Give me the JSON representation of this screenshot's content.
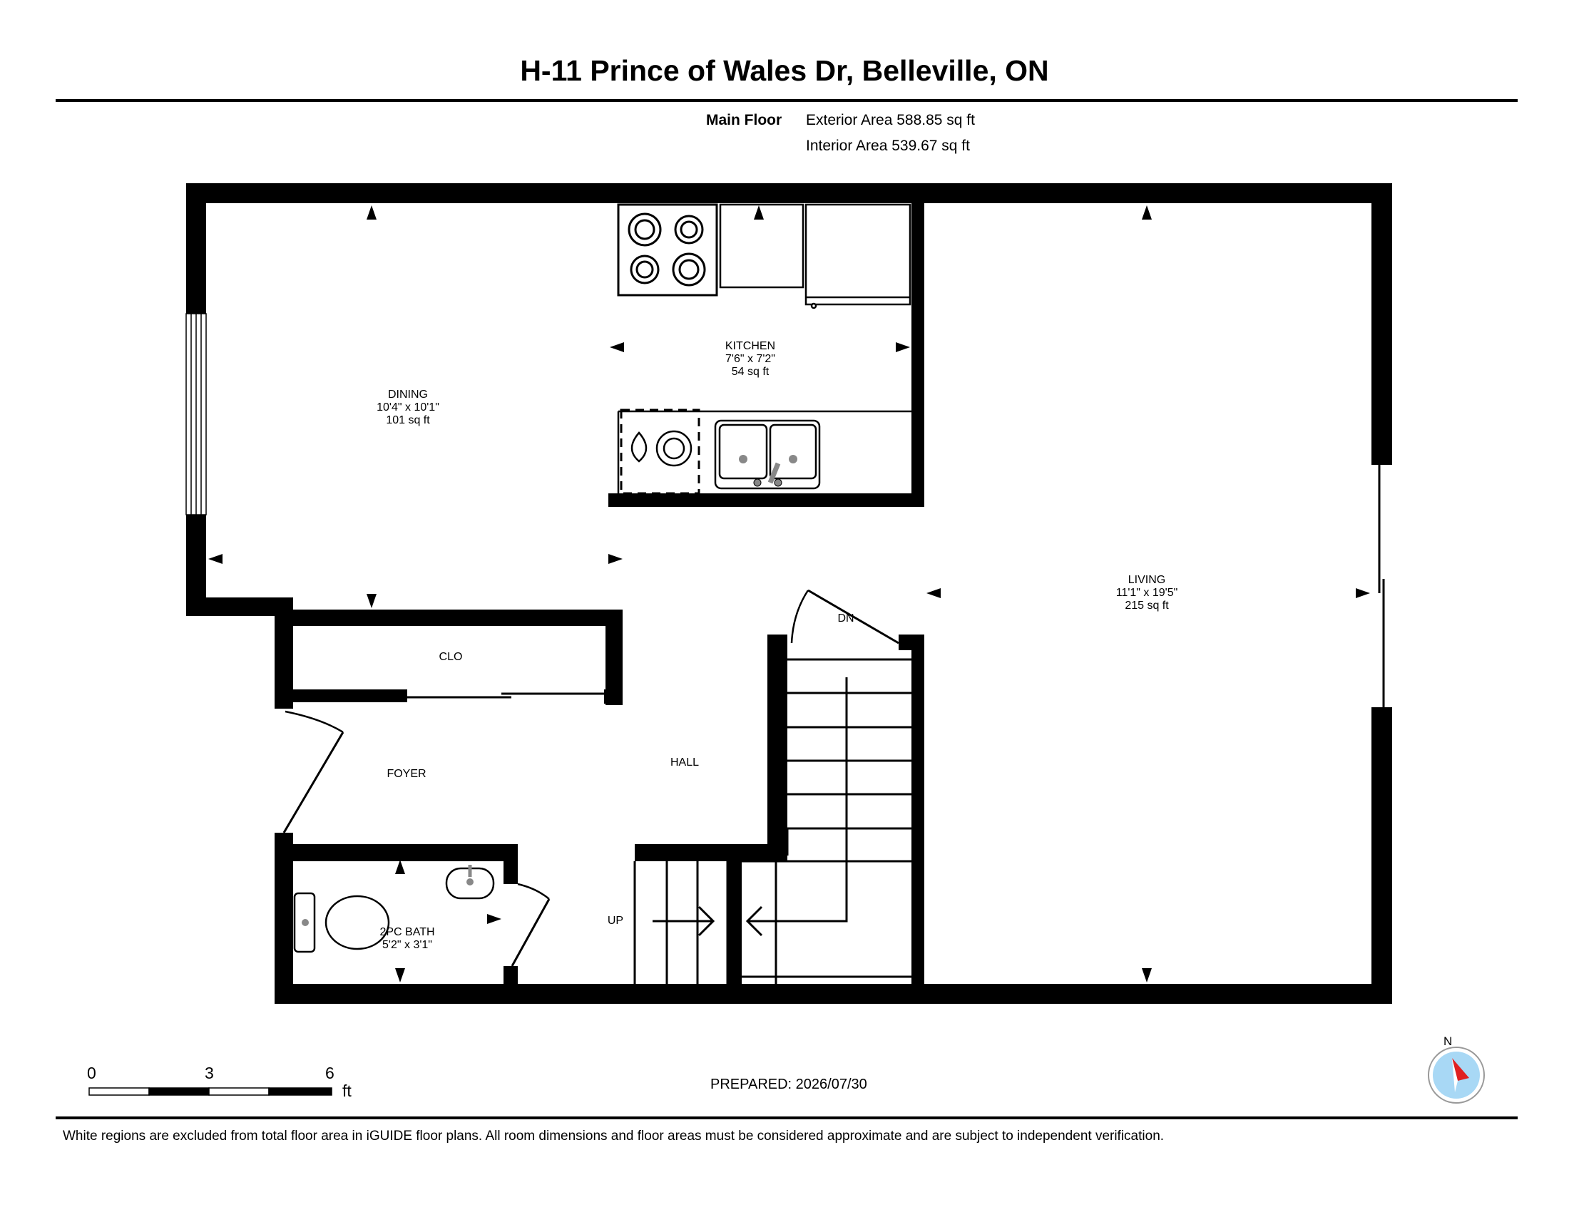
{
  "header": {
    "title": "H-11 Prince of Wales Dr, Belleville, ON"
  },
  "floor_summary": {
    "floor_name": "Main Floor",
    "exterior_area": "Exterior Area 588.85 sq ft",
    "interior_area": "Interior Area 539.67 sq ft"
  },
  "rooms": {
    "dining": {
      "name": "DINING",
      "dims": "10'4\" x 10'1\"",
      "area": "101 sq ft"
    },
    "kitchen": {
      "name": "KITCHEN",
      "dims": "7'6\" x 7'2\"",
      "area": "54 sq ft"
    },
    "living": {
      "name": "LIVING",
      "dims": "11'1\" x 19'5\"",
      "area": "215 sq ft"
    },
    "bath": {
      "name": "2PC BATH",
      "dims": "5'2\" x 3'1\""
    },
    "closet": {
      "name": "CLO"
    },
    "foyer": {
      "name": "FOYER"
    },
    "hall": {
      "name": "HALL"
    },
    "stairs_down": "DN",
    "stairs_up": "UP"
  },
  "scale_bar": {
    "ticks": [
      "0",
      "3",
      "6"
    ],
    "unit": "ft"
  },
  "compass": {
    "north_label": "N",
    "icon": "compass-icon",
    "needle_color": "#e02020",
    "dial_color": "#a8d8f5"
  },
  "footer": {
    "prepared": "PREPARED: 2026/07/30",
    "disclaimer": "White regions are excluded from total floor area in iGUIDE floor plans. All room dimensions and floor areas must be considered approximate and are subject to independent verification."
  }
}
